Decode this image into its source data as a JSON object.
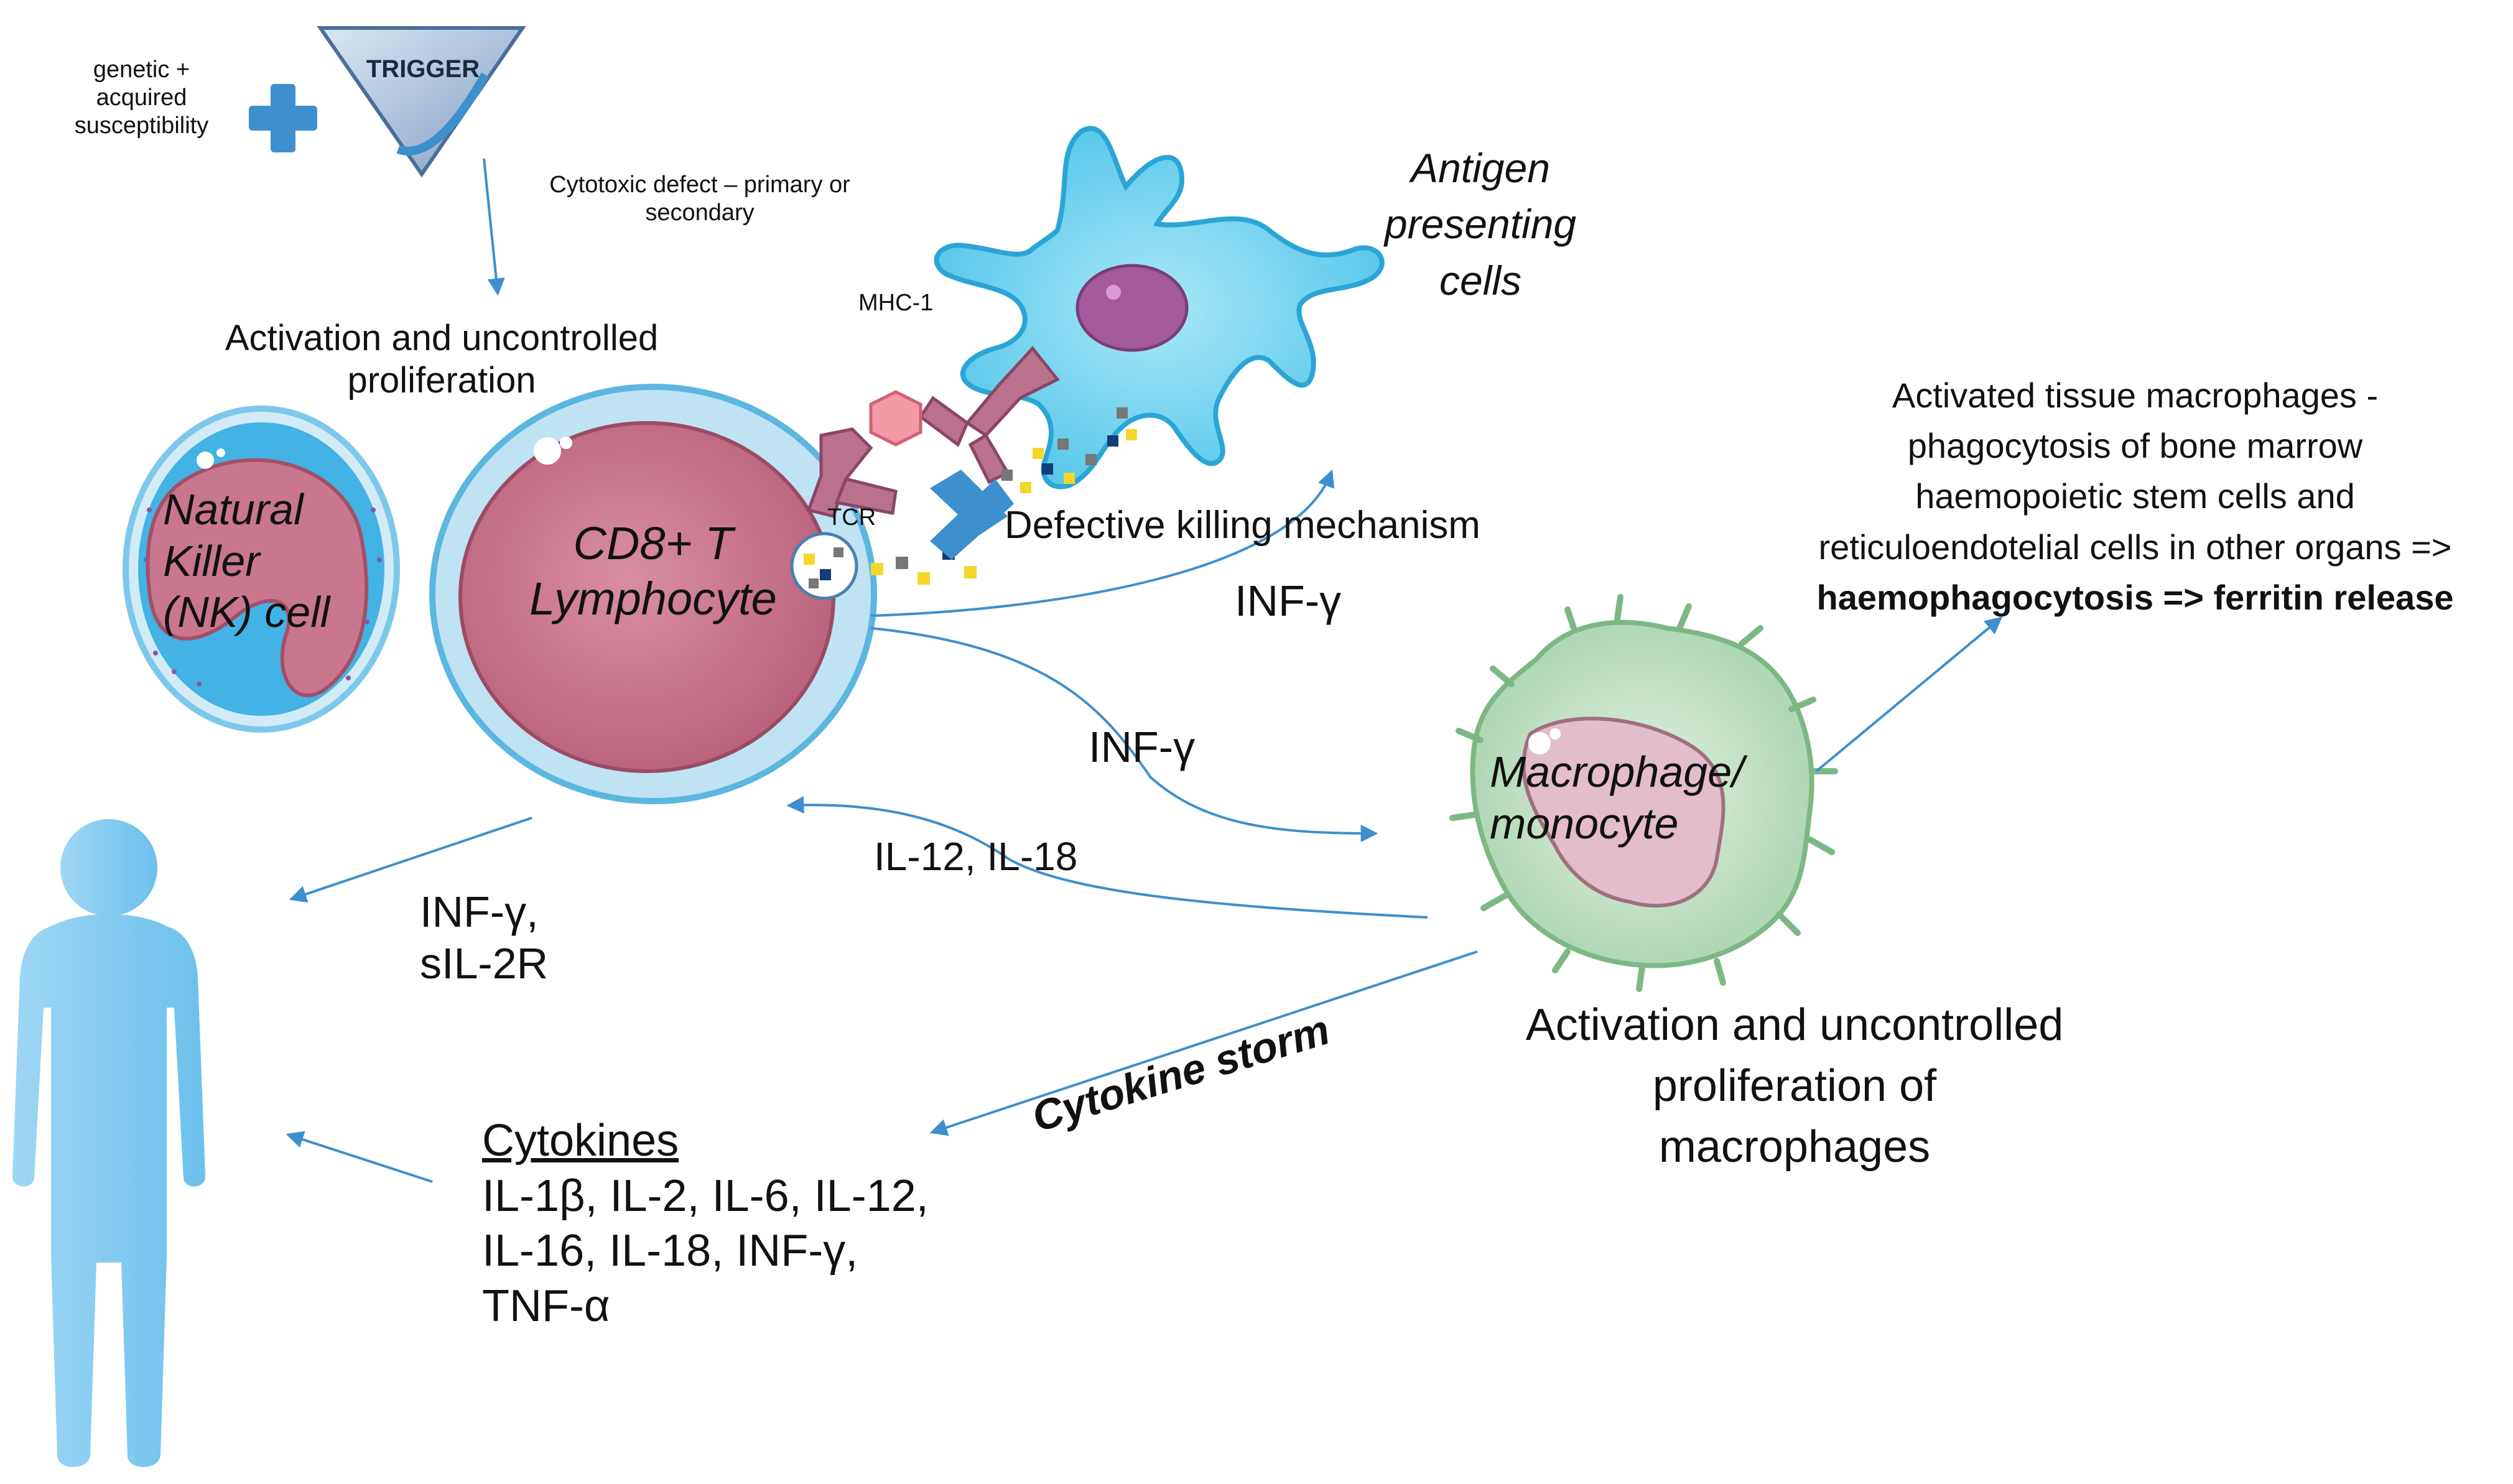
{
  "susceptibility": {
    "line1": "genetic +",
    "line2": "acquired",
    "line3": "susceptibility"
  },
  "trigger": {
    "label": "TRIGGER"
  },
  "cytotoxic_defect": {
    "line1": "Cytotoxic defect – primary or",
    "line2": "secondary"
  },
  "activation_top": {
    "line1": "Activation and uncontrolled",
    "line2": "proliferation"
  },
  "nk_cell": {
    "line1": "Natural",
    "line2": "Killer",
    "line3": "(NK) cell"
  },
  "cd8": {
    "line1": "CD8+ T",
    "line2": "Lymphocyte"
  },
  "mhc": {
    "label": "MHC-1"
  },
  "tcr": {
    "label": "TCR"
  },
  "apc": {
    "line1": "Antigen",
    "line2": "presenting",
    "line3": "cells"
  },
  "defective_killing": {
    "label": "Defective killing mechanism"
  },
  "inf_apc": {
    "label": "INF-γ"
  },
  "inf_macrophage": {
    "label": "INF-γ"
  },
  "il12_il18": {
    "label": "IL-12, IL-18"
  },
  "inf_sil2r": {
    "line1": "INF-γ,",
    "line2": "sIL-2R"
  },
  "activated_macrophages": {
    "line1": "Activated tissue macrophages -",
    "line2": "phagocytosis of bone marrow",
    "line3": "haemopoietic stem cells and",
    "line4": "reticuloendotelial cells in other organs =>",
    "line5": "haemophagocytosis => ferritin release"
  },
  "macrophage": {
    "line1": "Macrophage/",
    "line2": "monocyte"
  },
  "activation_macro": {
    "line1": "Activation and uncontrolled",
    "line2": "proliferation of",
    "line3": "macrophages"
  },
  "cytokine_storm": {
    "label": "Cytokine storm"
  },
  "cytokines": {
    "heading": "Cytokines",
    "line1": "IL-1β, IL-2, IL-6, IL-12,",
    "line2": "IL-16, IL-18, INF-γ,",
    "line3": "TNF-α"
  },
  "colors": {
    "arrow": "#3d8fce",
    "apc_cell": "#5fcbeb",
    "lymphocyte_body": "#c9778f",
    "macrophage_body": "#bfe0c2",
    "human": "#7cc9ef"
  }
}
